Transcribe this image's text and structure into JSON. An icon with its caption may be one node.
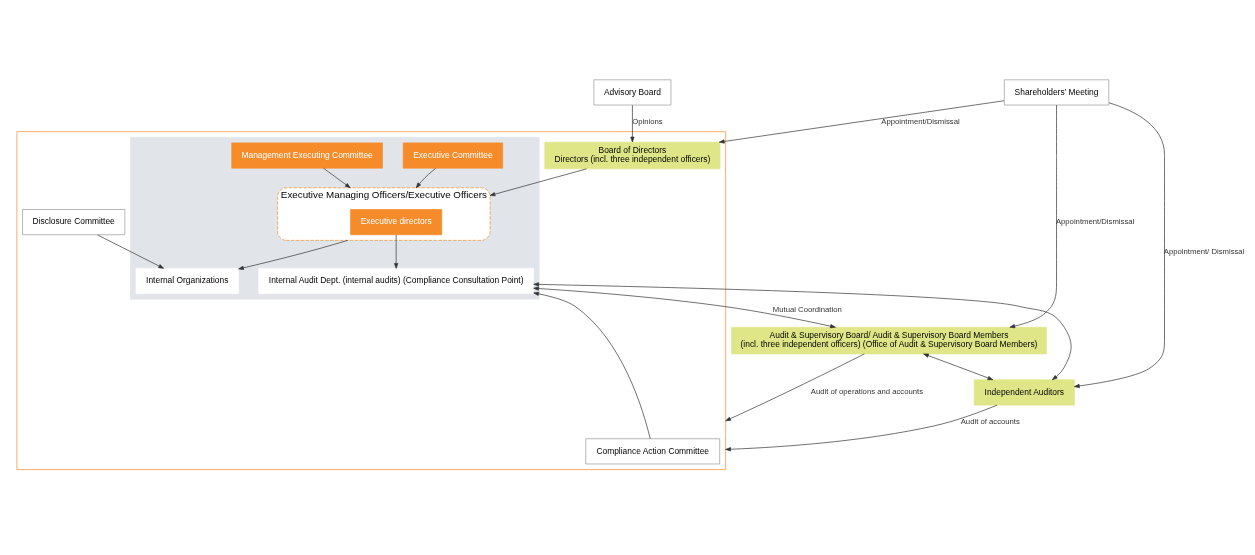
{
  "diagram": {
    "nodes": [
      {
        "text": [
          "Shareholders’ Meeting"
        ]
      },
      {
        "text": [],
        "shape": "box"
      },
      {
        "text": [
          "Board of Directors",
          "Directors (incl. three independent officers)"
        ],
        "in": 1
      },
      {
        "text": [
          "Advisory Board"
        ]
      },
      {
        "text": [
          "Audit & Supervisory Board/ Audit & Supervisory Board Members",
          "(incl. three independent officers) (Office of Audit & Supervisory Board Members)"
        ]
      },
      {
        "text": [],
        "shape": "box",
        "in": 1
      },
      {
        "text": [
          "Executive Committee"
        ],
        "in": 5
      },
      {
        "text": [
          "Management Executing Committee"
        ],
        "in": 5
      },
      {
        "text": [
          "Executive Managing Officers/Executive Officers"
        ],
        "in": 5
      },
      {
        "text": [
          "Executive directors"
        ],
        "in": 8
      },
      {
        "text": [
          "Independent Auditors"
        ]
      },
      {
        "text": [
          "Internal Audit Dept. (internal audits) (Compliance Consultation Point)"
        ],
        "in": 5
      },
      {
        "text": [
          "Compliance Action Committee"
        ],
        "in": 1
      },
      {
        "text": [
          "Internal Organizations"
        ],
        "in": 5
      },
      {
        "text": [
          "Disclosure Committee"
        ],
        "in": 1
      }
    ],
    "edges": [
      {
        "from": 0,
        "to": 2,
        "arrow": "to",
        "label": "Appointment/Dismissal"
      },
      {
        "from": 0,
        "to": 4,
        "arrow": "to",
        "label": "Appointment/Dismissal"
      },
      {
        "from": 0,
        "to": 10,
        "arrow": "to",
        "label": "Appointment/ Dismissal"
      },
      {
        "from": 3,
        "to": 2,
        "arrow": "to",
        "label": "Opinions"
      },
      {
        "from": 4,
        "to": 1,
        "arrow": "to",
        "label": "Audit of operations and accounts"
      },
      {
        "from": 4,
        "to": 10,
        "arrow": "both"
      },
      {
        "from": 10,
        "to": 1,
        "arrow": "to",
        "label": "Audit of accounts"
      },
      {
        "from": 11,
        "to": 4,
        "arrow": "both",
        "label": "Mutual Coordination"
      },
      {
        "from": 11,
        "to": 10,
        "arrow": "both"
      },
      {
        "from": 2,
        "to": 8,
        "arrow": "to"
      },
      {
        "from": 6,
        "to": 8,
        "arrow": "to"
      },
      {
        "from": 7,
        "to": 8,
        "arrow": "to"
      },
      {
        "from": 9,
        "to": 11,
        "arrow": "to"
      },
      {
        "from": 8,
        "to": 13,
        "arrow": "to"
      },
      {
        "from": 12,
        "to": 11,
        "arrow": "to"
      },
      {
        "from": 14,
        "to": 13,
        "arrow": "to"
      }
    ]
  }
}
